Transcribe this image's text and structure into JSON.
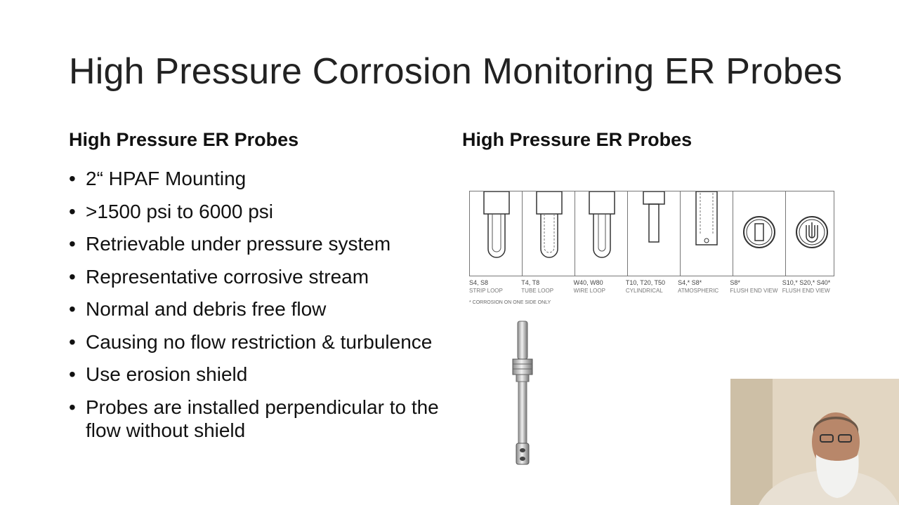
{
  "slide": {
    "title": "High Pressure Corrosion Monitoring ER Probes",
    "left_heading": "High Pressure ER Probes",
    "right_heading": "High Pressure ER Probes",
    "bullets": [
      "2“ HPAF Mounting",
      ">1500 psi to 6000 psi",
      "Retrievable under pressure system",
      "Representative corrosive stream",
      "Normal and debris free flow",
      "Causing no flow restriction & turbulence",
      "Use erosion shield",
      "Probes are installed perpendicular to the flow without shield"
    ],
    "bullet_char": "•",
    "probe_types": [
      {
        "code": "S4, S8",
        "name": "STRIP LOOP"
      },
      {
        "code": "T4, T8",
        "name": "TUBE LOOP"
      },
      {
        "code": "W40, W80",
        "name": "WIRE LOOP"
      },
      {
        "code": "T10, T20, T50",
        "name": "CYLINDRICAL"
      },
      {
        "code": "S4,* S8*",
        "name": "ATMOSPHERIC"
      },
      {
        "code": "S8*",
        "name": "FLUSH END VIEW"
      },
      {
        "code": "S10,* S20,* S40*",
        "name": "FLUSH END VIEW"
      }
    ],
    "footnote": "* CORROSION ON ONE SIDE ONLY"
  }
}
